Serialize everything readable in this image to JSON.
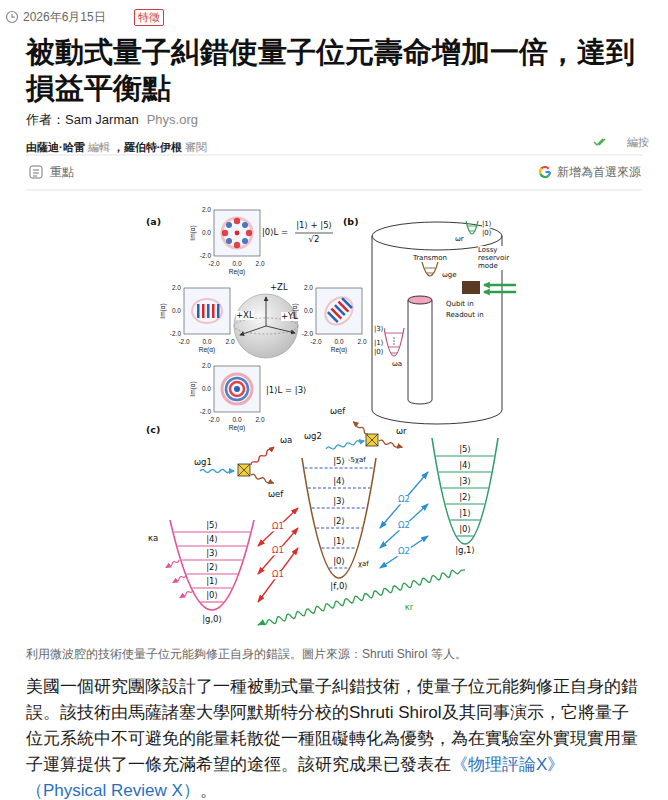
{
  "diagram": {
    "title": "被動式量子糾錯使量子位元壽命增加一倍，達到損益平衡點",
    "caption": "利用微波腔的技術使量子位元能夠修正自身的錯誤。圖片來源：Shruti Shirol 等人。",
    "nodes": [
      {
        "text": [
          "特徵"
        ]
      },
      {
        "text": [
          "|5⟩",
          "|4⟩",
          "|3⟩",
          "|2⟩",
          "|1⟩",
          "|0⟩",
          "|g,0⟩"
        ]
      },
      {
        "text": [
          "|5⟩",
          "|4⟩",
          "|3⟩",
          "|2⟩",
          "|1⟩",
          "|0⟩",
          "-5χaf",
          "χaf",
          "|f,0⟩"
        ]
      },
      {
        "text": [
          "|5⟩",
          "|4⟩",
          "|3⟩",
          "|2⟩",
          "|1⟩",
          "|0⟩",
          "|g,1⟩"
        ]
      }
    ],
    "edges": [
      {
        "from": 1,
        "to": 2,
        "label": "Ω1",
        "arrow": "both"
      },
      {
        "from": 1,
        "to": 2,
        "label": "Ω1",
        "arrow": "both"
      },
      {
        "from": 1,
        "to": 2,
        "label": "Ω1",
        "arrow": "both"
      },
      {
        "from": 2,
        "to": 3,
        "label": "Ω2",
        "arrow": "both"
      },
      {
        "from": 2,
        "to": 3,
        "label": "Ω2",
        "arrow": "both"
      },
      {
        "from": 2,
        "to": 3,
        "label": "Ω2",
        "arrow": "both"
      },
      {
        "from": 3,
        "to": 1,
        "label": "κr",
        "arrow": "to"
      }
    ],
    "labels": [
      "2026年6月15日",
      "作者：Sam Jarman",
      "Phys.org",
      "由薩迪·哈雷",
      "編輯",
      "，羅伯特·伊根",
      "審閱",
      "編按",
      "重點",
      "新增為首選來源",
      "(a)",
      "|0⟩L =",
      "|1⟩ + |5⟩",
      "√2",
      "+ZL",
      "+XL",
      "+YL",
      "|1⟩L = |3⟩",
      "2.0",
      "0.0",
      "-2.0",
      "-2.0",
      "0.0",
      "2.0",
      "Im(α)",
      "Re(α)",
      "2.0",
      "0.0",
      "-2.0",
      "-2.0",
      "0.0",
      "2.0",
      "Im(α)",
      "Re(α)",
      "2.0",
      "0.0",
      "-2.0",
      "-2.0",
      "0.0",
      "2.0",
      "Im(α)",
      "Re(α)",
      "2.0",
      "0.0",
      "-2.0",
      "-2.0",
      "0.0",
      "2.0",
      "Im(α)",
      "Re(α)",
      "(b)",
      "|1⟩",
      "|0⟩",
      "ωr",
      "Lossy reservoir mode",
      "Transmon",
      "ωge",
      "Qubit in",
      "Readout in",
      "|3⟩",
      "|1⟩",
      "|0⟩",
      "ωa",
      "(c)",
      "ωg1",
      "ωa",
      "ωef",
      "ωef",
      "ωg2",
      "ωr",
      "κa",
      "美國一個研究團隊設計了一種被動式量子糾錯技術，使量子位元能夠修正自身的錯誤。該技術由馬薩諸塞大學阿默斯特分校的Shruti Shirol及其同事演示，它將量子位元系統中不可避免的能量耗散從一種阻礙轉化為優勢，為在實驗室外實現實用量子運算提供了一條充滿希望的途徑。該研究成果已發表在",
      "《物理評論X》（Physical Review X）",
      "。"
    ]
  }
}
